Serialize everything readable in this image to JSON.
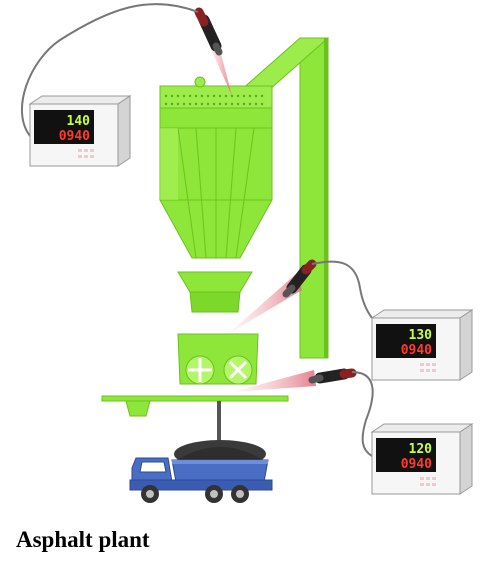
{
  "caption": "Asphalt plant",
  "colors": {
    "plant_green": "#8ee63a",
    "plant_green_dark": "#6cc21c",
    "plant_green_light": "#b4f66a",
    "truck_blue": "#4a6ec4",
    "asphalt": "#3a3a3a",
    "laser_red": "#e8a0a8",
    "display_upper_text": "#c8ff3c",
    "display_lower_text": "#ff3a2a"
  },
  "thermometers": [
    {
      "id": "top-left",
      "pv": "140",
      "sv": "0940"
    },
    {
      "id": "middle-right",
      "pv": "130",
      "sv": "0940"
    },
    {
      "id": "bottom-right",
      "pv": "120",
      "sv": "0940"
    }
  ]
}
